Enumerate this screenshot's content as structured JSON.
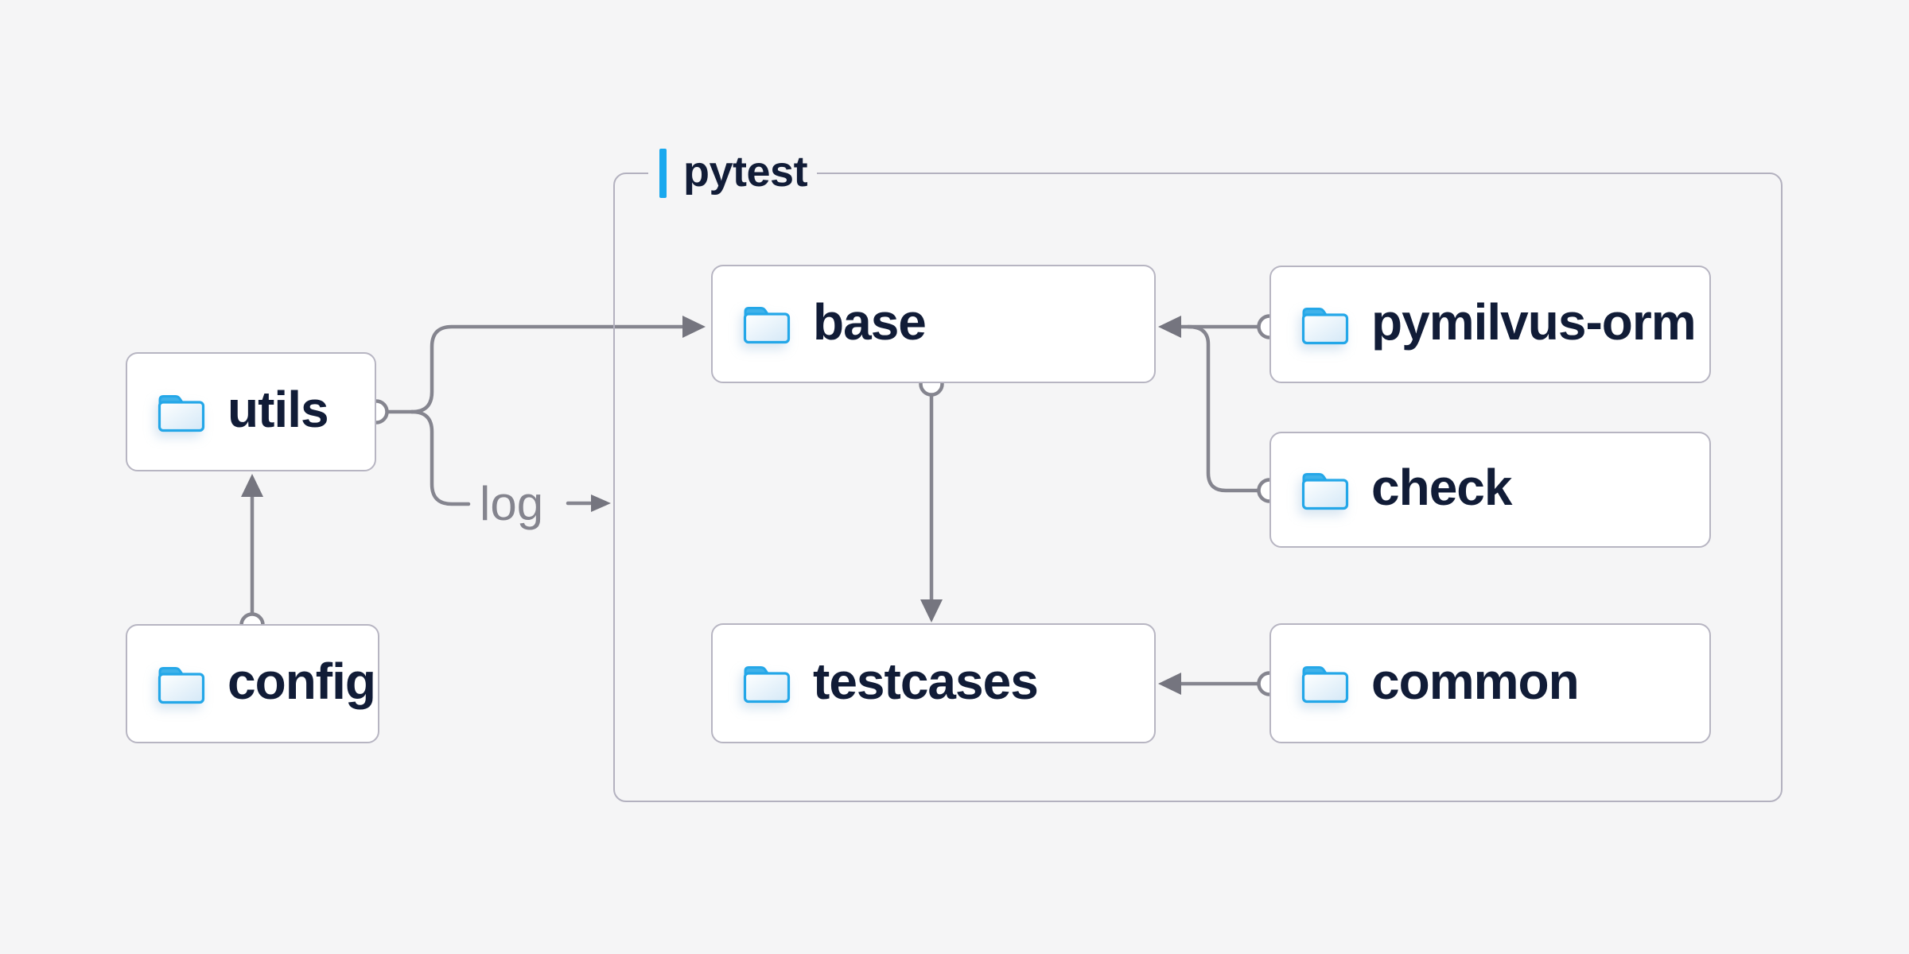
{
  "diagram": {
    "container": {
      "label": "pytest"
    },
    "nodes": {
      "utils": {
        "label": "utils",
        "icon": "folder-icon"
      },
      "config": {
        "label": "config",
        "icon": "folder-icon"
      },
      "base": {
        "label": "base",
        "icon": "folder-icon"
      },
      "pymilvus": {
        "label": "pymilvus-orm",
        "icon": "folder-icon"
      },
      "check": {
        "label": "check",
        "icon": "folder-icon"
      },
      "testcases": {
        "label": "testcases",
        "icon": "folder-icon"
      },
      "common": {
        "label": "common",
        "icon": "folder-icon"
      }
    },
    "edge_label": "log",
    "edges": [
      {
        "from": "config",
        "to": "utils"
      },
      {
        "from": "utils",
        "to": "base"
      },
      {
        "from": "utils",
        "to": "log"
      },
      {
        "from": "base",
        "to": "testcases"
      },
      {
        "from": "pymilvus-orm",
        "to": "base"
      },
      {
        "from": "check",
        "to": "base"
      },
      {
        "from": "common",
        "to": "testcases"
      }
    ]
  },
  "colors": {
    "background": "#f5f5f6",
    "node_text": "#111c37",
    "wire": "#85858f",
    "arrowhead": "#75757f",
    "box_border": "#b7b5c2",
    "container_border": "#b3b1bf",
    "accent": "#19a8ee",
    "folder_blue": "#24a7e8",
    "edge_label_text": "#84848e"
  }
}
